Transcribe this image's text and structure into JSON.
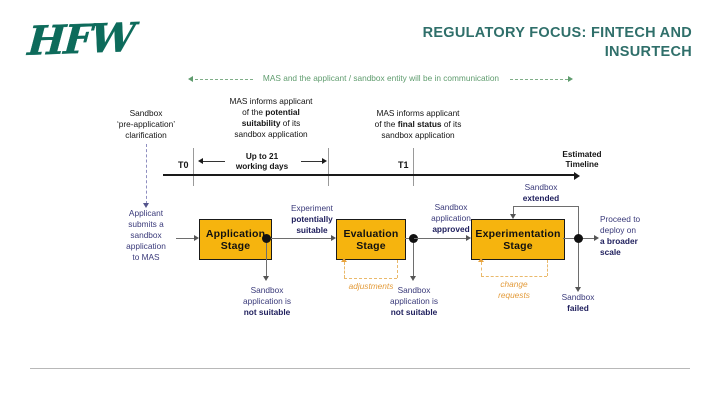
{
  "brand": {
    "logo_text": "HFW",
    "logo_color": "#0d6b5b"
  },
  "header": {
    "title_line1": "REGULATORY FOCUS: FINTECH AND",
    "title_line2": "INSURTECH",
    "title_color": "#2f6f6a"
  },
  "diagram": {
    "communication_banner": "MAS and the applicant / sandbox entity will be in communication",
    "pre_application": {
      "line1": "Sandbox",
      "line2": "‘pre-application’",
      "line3": "clarification"
    },
    "milestones": [
      {
        "id": "potential-suitability",
        "line1": "MAS informs applicant",
        "line2": "of the ",
        "bold1": "potential",
        "line3": "suitability",
        "line3_tail": " of its",
        "line4": "sandbox application"
      },
      {
        "id": "final-status",
        "line1": "MAS informs applicant",
        "line2": "of the ",
        "bold1": "final status",
        "line2_tail": " of its",
        "line3": "sandbox application"
      }
    ],
    "timeline": {
      "t0": "T0",
      "t1": "T1",
      "duration_line1": "Up to 21",
      "duration_line2": "working days",
      "end_label_line1": "Estimated",
      "end_label_line2": "Timeline"
    },
    "entry_label": {
      "line1": "Applicant",
      "line2": "submits a",
      "line3": "sandbox",
      "line4": "application",
      "line5": "to MAS"
    },
    "stages": [
      {
        "id": "application-stage",
        "line1": "Application",
        "line2": "Stage"
      },
      {
        "id": "evaluation-stage",
        "line1": "Evaluation",
        "line2": "Stage"
      },
      {
        "id": "experimentation-stage",
        "line1": "Experimentation",
        "line2": "Stage"
      }
    ],
    "transitions": [
      {
        "id": "potentially-suitable",
        "line1": "Experiment",
        "bold_line2": "potentially",
        "bold_line3": "suitable"
      },
      {
        "id": "application-approved",
        "line1": "Sandbox",
        "line2": "application",
        "bold_line3": "approved"
      },
      {
        "id": "sandbox-extended",
        "line1": "Sandbox",
        "bold_line2": "extended"
      },
      {
        "id": "proceed-broader-scale",
        "line1": "Proceed to",
        "line2": "deploy on",
        "bold_line3": "a broader",
        "bold_line4": "scale"
      }
    ],
    "failures": [
      {
        "id": "not-suitable-application",
        "line1": "Sandbox",
        "line2": "application is",
        "bold_line3": "not suitable"
      },
      {
        "id": "not-suitable-evaluation",
        "line1": "Sandbox",
        "line2": "application is",
        "bold_line3": "not suitable"
      },
      {
        "id": "sandbox-failed",
        "line1": "Sandbox",
        "bold_line2": "failed"
      }
    ],
    "loops": [
      {
        "id": "adjustments",
        "line1": "adjustments"
      },
      {
        "id": "change-requests",
        "line1": "change",
        "line2": "requests"
      }
    ],
    "colors": {
      "stage_fill": "#f6b40e",
      "stage_border": "#1a1a1a",
      "label_navy": "#3a3a7a",
      "label_green": "#5f9c6e",
      "loop_orange": "#e39b3a"
    }
  }
}
